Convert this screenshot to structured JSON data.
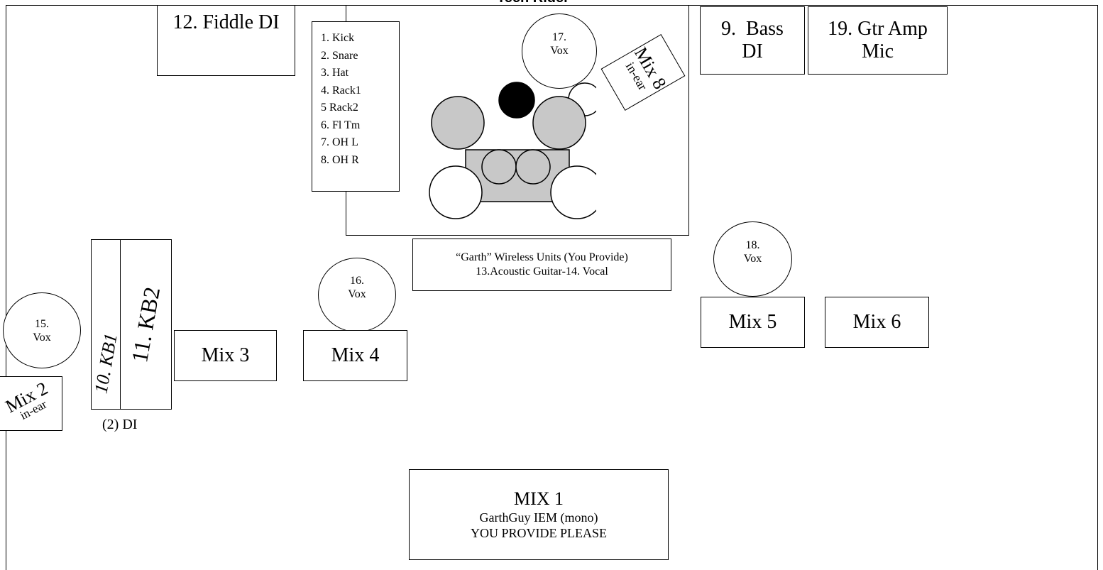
{
  "title": "Tech Rider",
  "fiddle": {
    "label": "12. Fiddle DI"
  },
  "drum_channels": [
    "1. Kick",
    "2. Snare",
    "3. Hat",
    "4. Rack1",
    "5 Rack2",
    "6. Fl Tm",
    "7. OH L",
    "8. OH R"
  ],
  "vox17": {
    "num": "17.",
    "label": "Vox"
  },
  "mix8": {
    "label": "Mix 8",
    "sub": "in-ear"
  },
  "bass": {
    "line1": "9.  Bass",
    "line2": "DI"
  },
  "gtr_amp": {
    "line1": "19. Gtr Amp",
    "line2": "Mic"
  },
  "wireless": {
    "line1": "“Garth” Wireless Units (You Provide)",
    "line2": "13.Acoustic Guitar-14. Vocal"
  },
  "vox18": {
    "num": "18.",
    "label": "Vox"
  },
  "vox16": {
    "num": "16.",
    "label": "Vox"
  },
  "vox15": {
    "num": "15.",
    "label": "Vox"
  },
  "kb1": {
    "label": "10. KB1"
  },
  "kb2": {
    "label": "11. KB2"
  },
  "di_note": "(2) DI",
  "mix2": {
    "label": "Mix 2",
    "sub": "in-ear"
  },
  "mix3": {
    "label": "Mix 3"
  },
  "mix4": {
    "label": "Mix 4"
  },
  "mix5": {
    "label": "Mix 5"
  },
  "mix6": {
    "label": "Mix 6"
  },
  "mix1": {
    "line1": "MIX 1",
    "line2": "GarthGuy IEM (mono)",
    "line3": "YOU PROVIDE PLEASE"
  },
  "colors": {
    "drum_grey": "#c8c8c8",
    "kick_black": "#000000",
    "line": "#000000"
  }
}
